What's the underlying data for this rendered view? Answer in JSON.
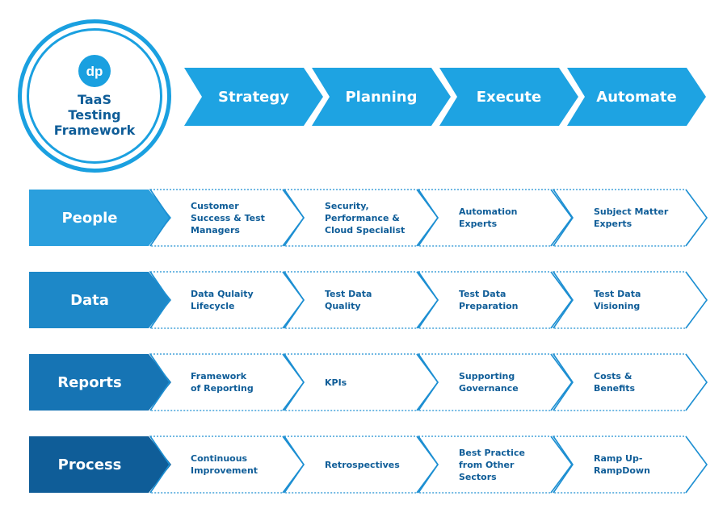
{
  "logo": {
    "mark": "dp",
    "title": "TaaS\nTesting\nFramework"
  },
  "phases": [
    "Strategy",
    "Planning",
    "Execute",
    "Automate"
  ],
  "rows": [
    {
      "label": "People",
      "color": "#2a9fdd",
      "items": [
        "Customer\nSuccess & Test\nManagers",
        "Security,\nPerformance &\nCloud Specialist",
        "Automation\nExperts",
        "Subject Matter\nExperts"
      ]
    },
    {
      "label": "Data",
      "color": "#1d88c8",
      "items": [
        "Data Qulaity\nLifecycle",
        "Test Data\nQuality",
        "Test Data\nPreparation",
        "Test Data\nVisioning"
      ]
    },
    {
      "label": "Reports",
      "color": "#1674b4",
      "items": [
        "Framework\nof Reporting",
        "KPIs",
        "Supporting\nGovernance",
        "Costs &\nBenefits"
      ]
    },
    {
      "label": "Process",
      "color": "#0f5d98",
      "items": [
        "Continuous\nImprovement",
        "Retrospectives",
        "Best Practice\nfrom Other\nSectors",
        "Ramp Up-\nRampDown"
      ]
    }
  ],
  "colors": {
    "phase": "#1ea3e2",
    "outline": "#1d8fd2",
    "text": "#0f5d98"
  }
}
